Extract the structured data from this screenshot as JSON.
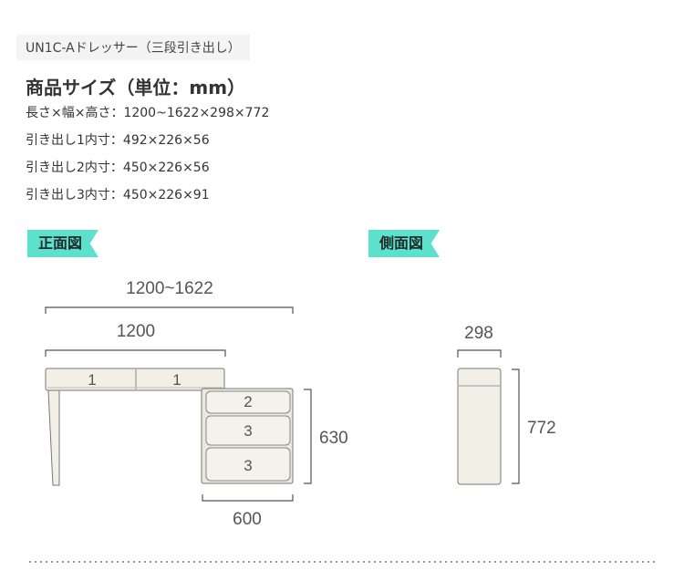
{
  "header": {
    "model": "UN1C-Aドレッサー（三段引き出し）",
    "title": "商品サイズ（単位：mm）",
    "specs": [
      "長さ×幅×高さ：1200~1622×298×772",
      "引き出し1内寸：492×226×56",
      "引き出し2内寸：450×226×56",
      "引き出し3内寸：450×226×91"
    ]
  },
  "front_view": {
    "label": "正面図",
    "dim_total_width": "1200~1622",
    "dim_desk_width": "1200",
    "dim_cabinet_width": "600",
    "dim_cabinet_height": "630",
    "desk_drawer_labels": [
      "1",
      "1"
    ],
    "cabinet_drawer_labels": [
      "2",
      "3",
      "3"
    ]
  },
  "side_view": {
    "label": "側面図",
    "dim_depth": "298",
    "dim_height": "772"
  },
  "colors": {
    "tag": "#5de0cc",
    "furniture_fill": "#f1efe6",
    "outline": "#777777",
    "divider": "#888888"
  }
}
